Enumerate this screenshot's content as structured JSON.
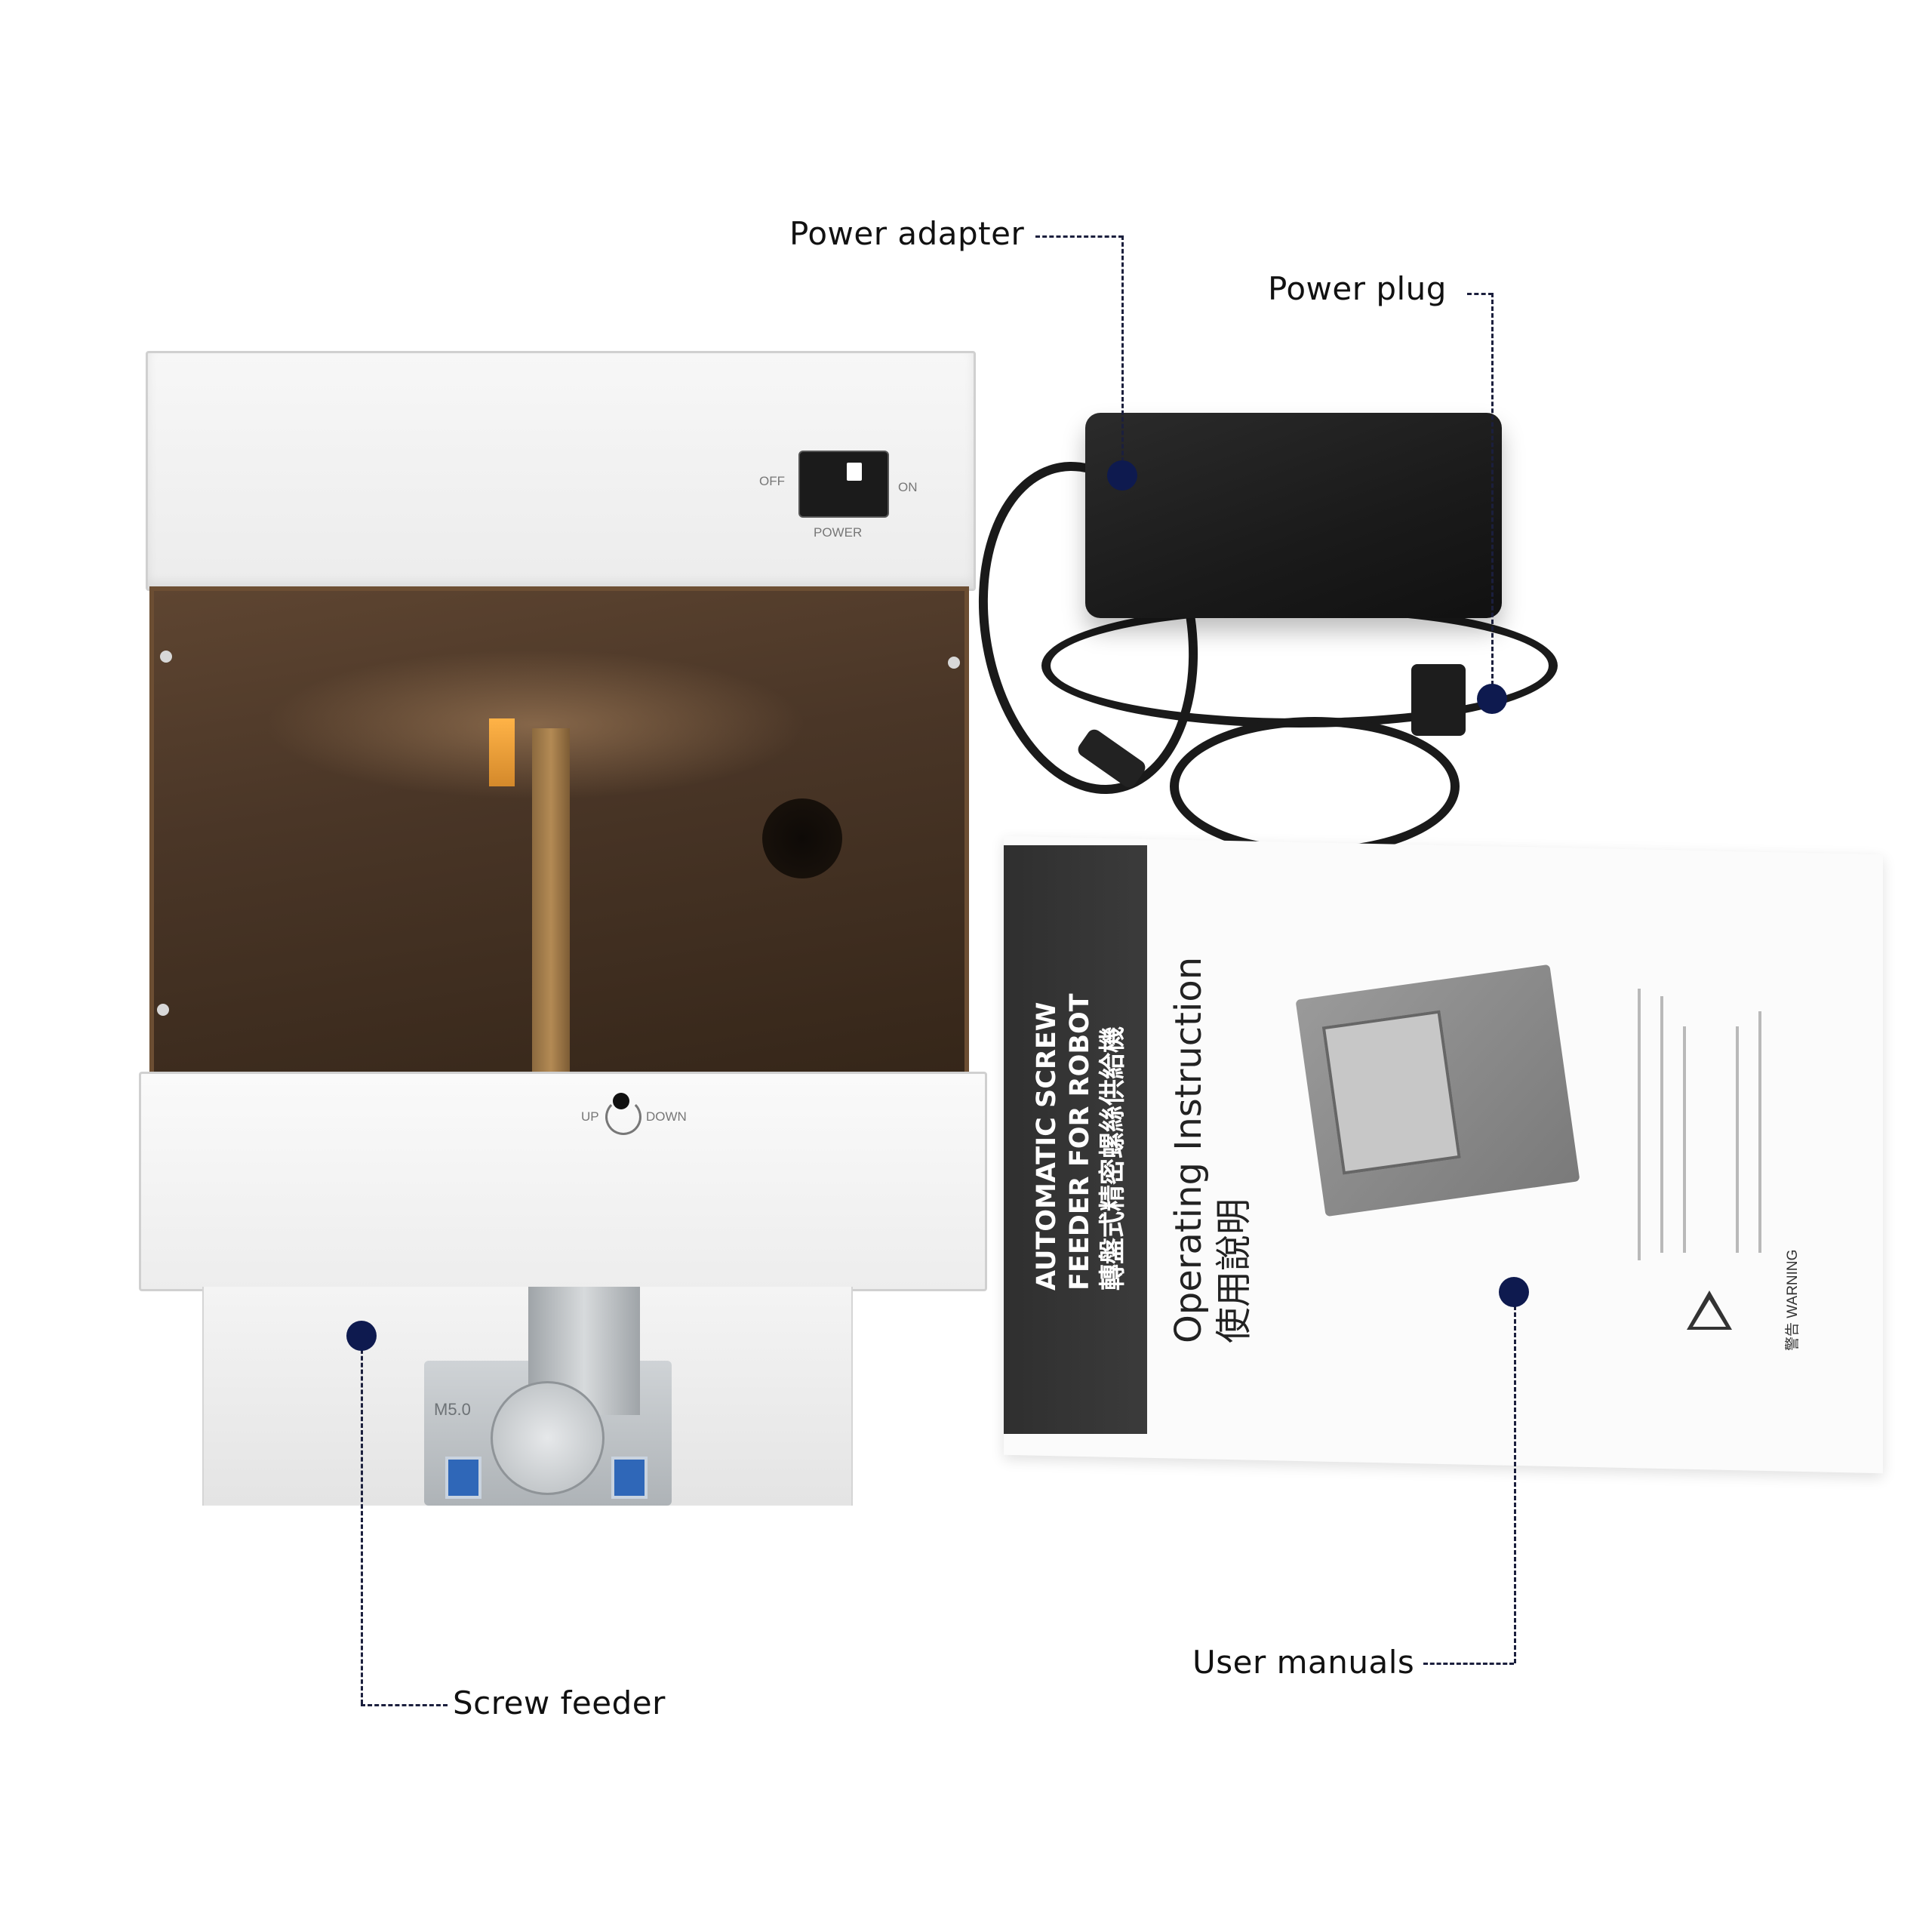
{
  "callouts": {
    "power_adapter": "Power adapter",
    "power_plug": "Power plug",
    "user_manuals": "User manuals",
    "screw_feeder": "Screw feeder"
  },
  "feeder": {
    "switch_off": "OFF",
    "switch_on": "ON",
    "switch_label": "POWER",
    "up_label": "UP",
    "down_label": "DOWN",
    "size_label": "M5.0"
  },
  "manual": {
    "spine_line1": "AUTOMATIC SCREW",
    "spine_line2": "FEEDER FOR ROBOT",
    "spine_line3": "轉盤式精密螺絲供給機",
    "title": "Operating Instruction",
    "title_cn": "使用說明",
    "warning_cn": "警告",
    "warning": "WARNING"
  },
  "colors": {
    "callout_dot": "#0e1a4f",
    "window_tint": "#4a3627",
    "adapter": "#1a1a1a"
  }
}
